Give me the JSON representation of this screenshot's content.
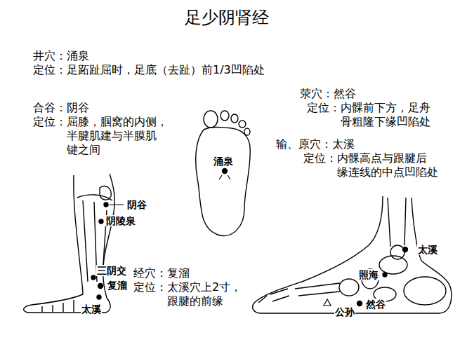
{
  "diagram": {
    "title": "足少阴肾经",
    "labels": [
      "井穴：涌泉",
      "定位：足跖趾屈时，足底（去趾）前1/3凹陷处",
      "荥穴：然谷",
      "定位：内髁前下方，足舟 骨粗隆下缘凹陷处",
      "合谷：阴谷",
      "定位：屈膝，腘窝的内侧， 半腱肌建与半膜肌 键之间",
      "输、原穴：太溪",
      "定位：内髁高点与跟腱后 缘连线的中点凹陷处",
      "涌泉",
      "阴谷",
      "阴陵泉",
      "三阴交",
      "复溜",
      "经穴：复溜",
      "定位：太溪穴上2寸， 跟腱的前缘",
      "太溪",
      "照海",
      "然谷",
      "公孙",
      "太溪"
    ]
  }
}
